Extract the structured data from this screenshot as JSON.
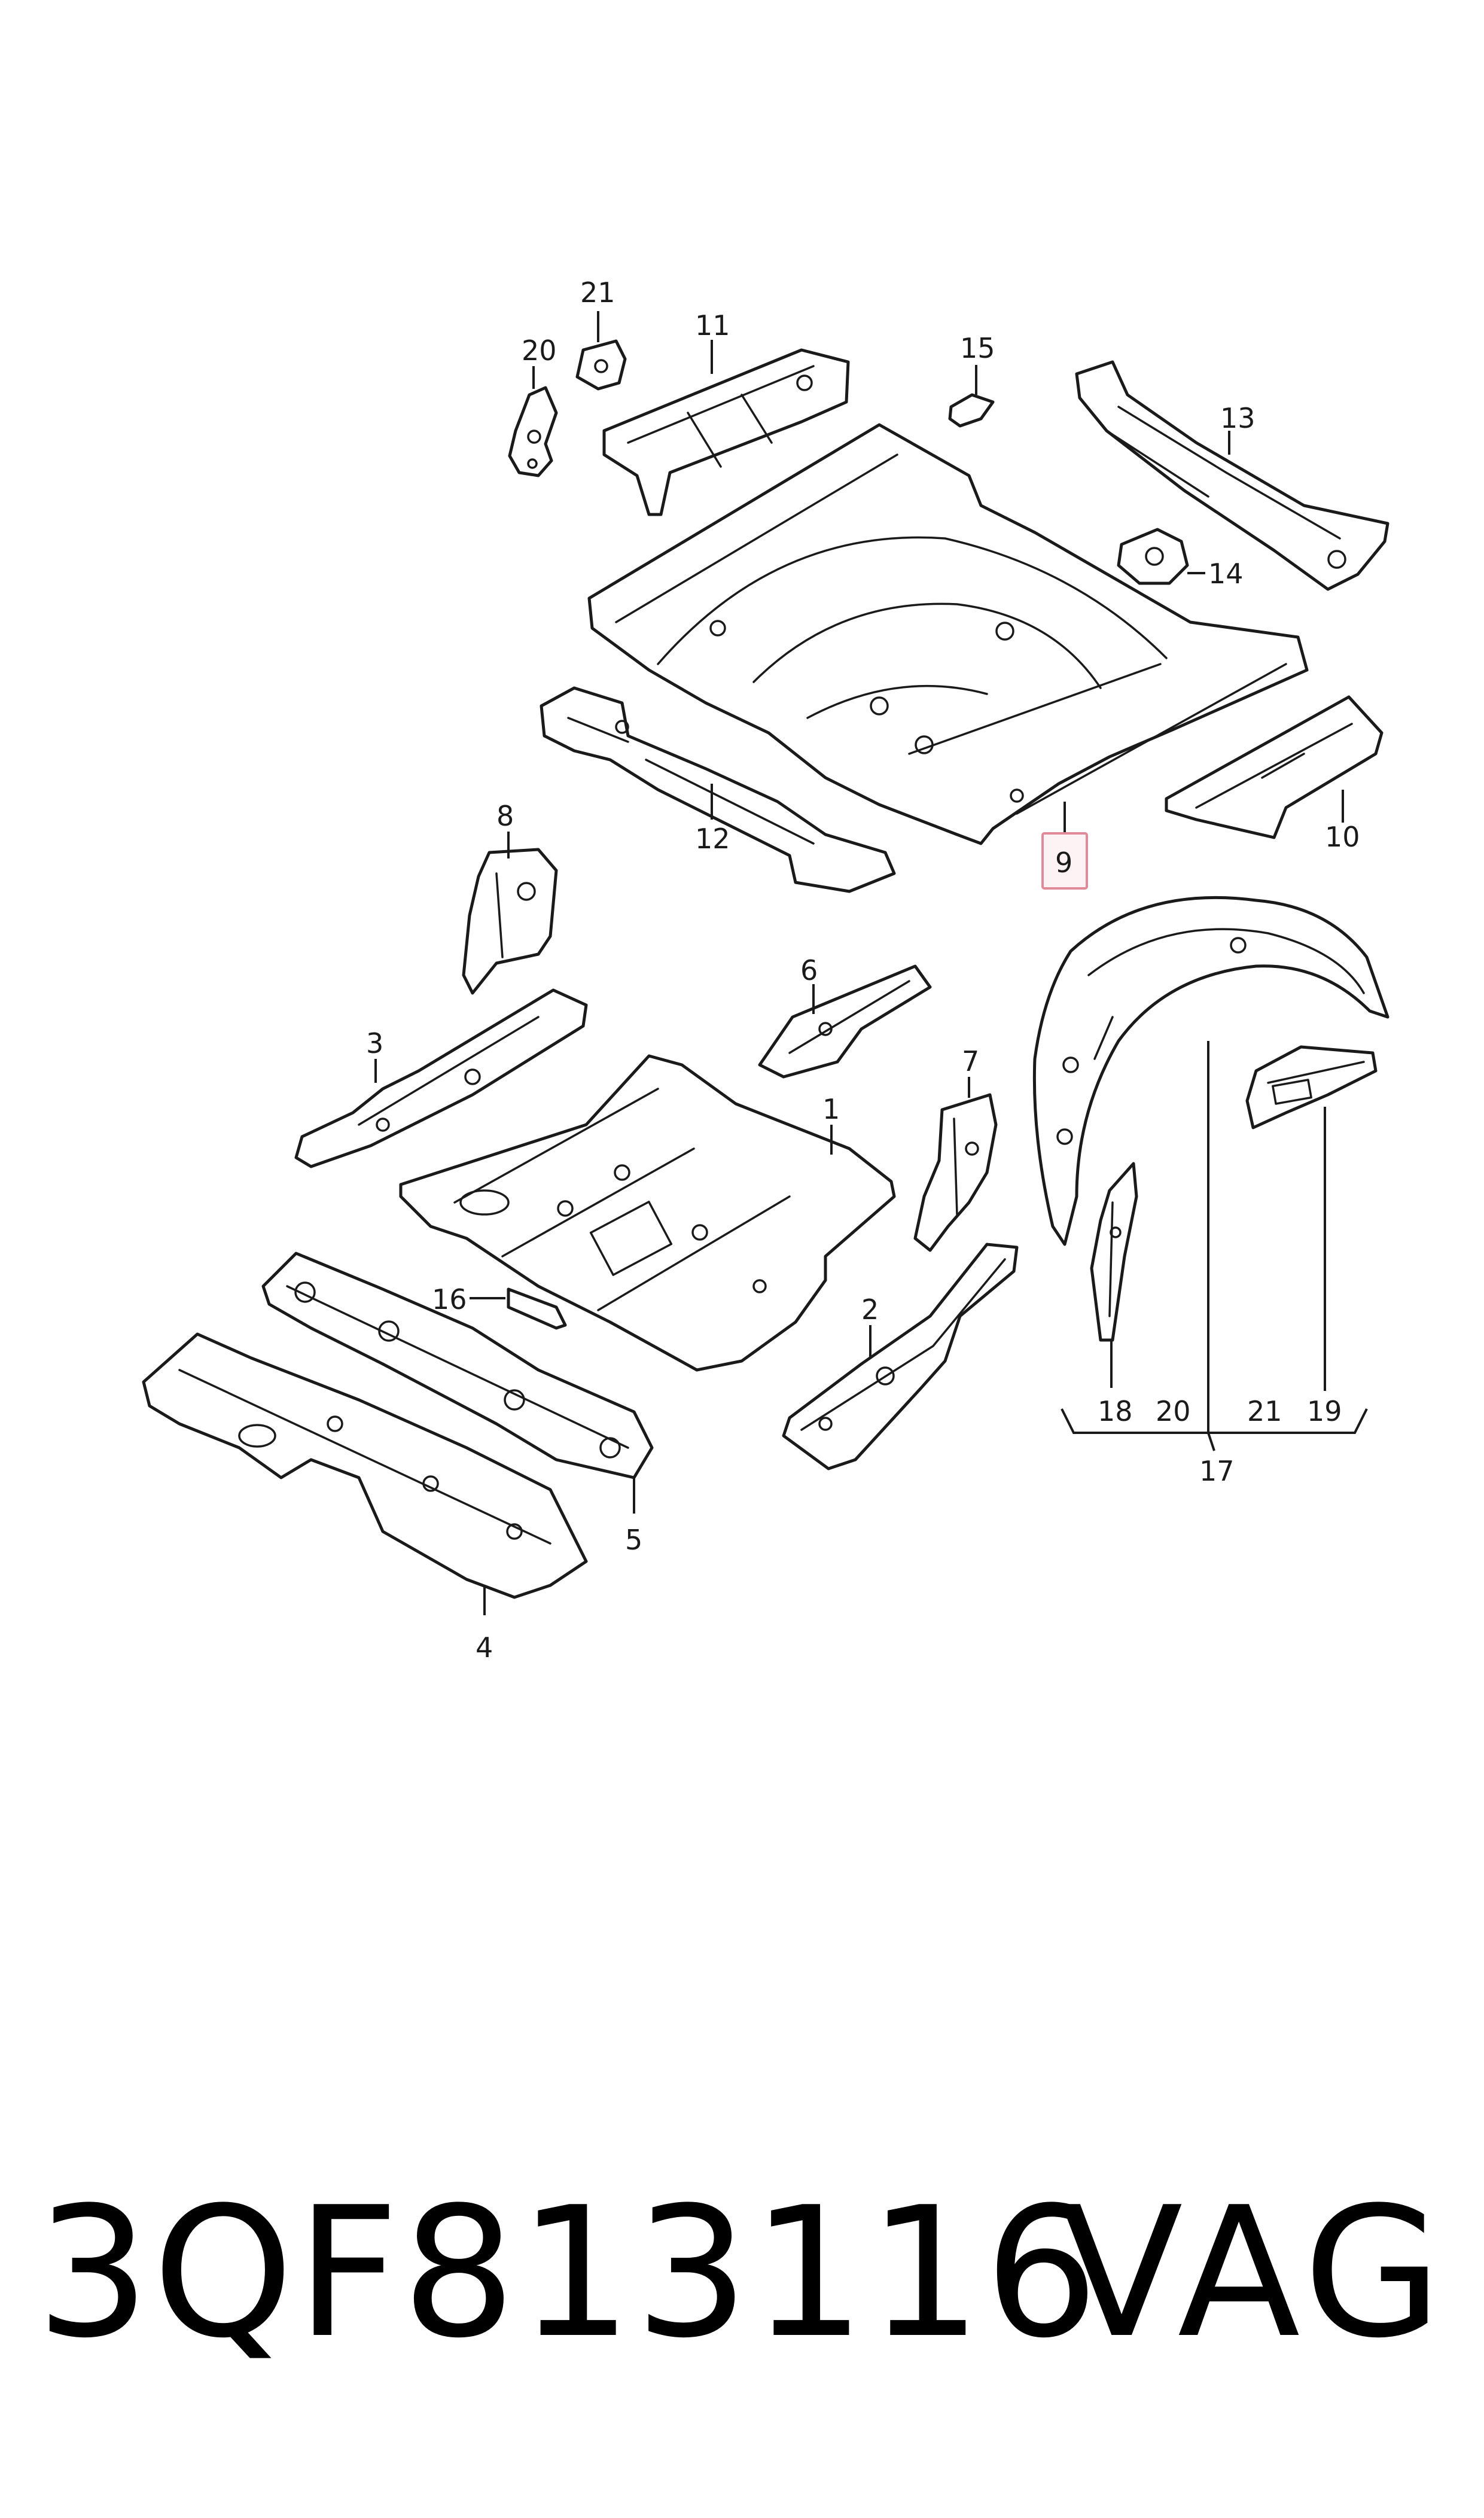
{
  "footer": {
    "part_number": "3QF813116",
    "brand": "VAG"
  },
  "callouts": {
    "c1": "1",
    "c2": "2",
    "c3": "3",
    "c4": "4",
    "c5": "5",
    "c6": "6",
    "c7": "7",
    "c8": "8",
    "c9": "9",
    "c10": "10",
    "c11": "11",
    "c12": "12",
    "c13": "13",
    "c14": "14",
    "c15": "15",
    "c16": "16",
    "c17": "17",
    "c18": "18",
    "c19": "19",
    "c20a": "20",
    "c20b": "20",
    "c21a": "21",
    "c21b": "21"
  },
  "highlighted_callout": "9",
  "colors": {
    "line": "#1a1a1a",
    "highlight_border": "#e08a99",
    "highlight_fill": "#fdf2f4"
  }
}
